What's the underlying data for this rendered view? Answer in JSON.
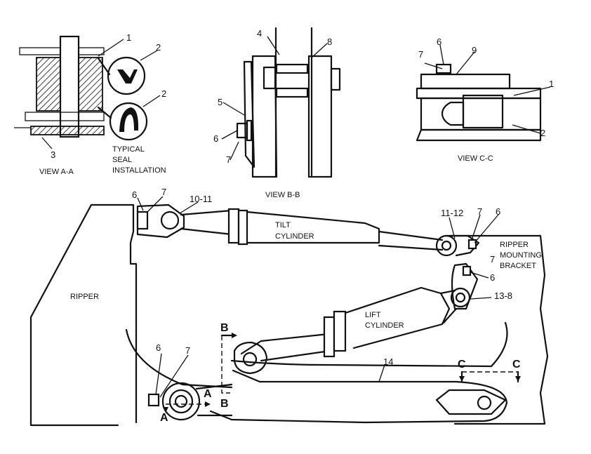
{
  "views": {
    "a": "VIEW  A-A",
    "b": "VIEW  B-B",
    "c": "VIEW  C-C"
  },
  "notes": {
    "seal_1": "TYPICAL",
    "seal_2": "SEAL",
    "seal_3": "INSTALLATION"
  },
  "components": {
    "ripper": "RIPPER",
    "tilt_1": "TILT",
    "tilt_2": "CYLINDER",
    "lift_1": "LIFT",
    "lift_2": "CYLINDER",
    "bracket_1": "RIPPER",
    "bracket_2": "MOUNTING",
    "bracket_3": "BRACKET"
  },
  "sections": {
    "a": "A",
    "b": "B",
    "c": "C"
  },
  "callouts": {
    "n1": "1",
    "n2": "2",
    "n3": "3",
    "n4": "4",
    "n5": "5",
    "n6": "6",
    "n7": "7",
    "n8": "8",
    "n9": "9",
    "n10_11": "10-11",
    "n11_12": "11-12",
    "n13_8": "13-8",
    "n14": "14"
  }
}
